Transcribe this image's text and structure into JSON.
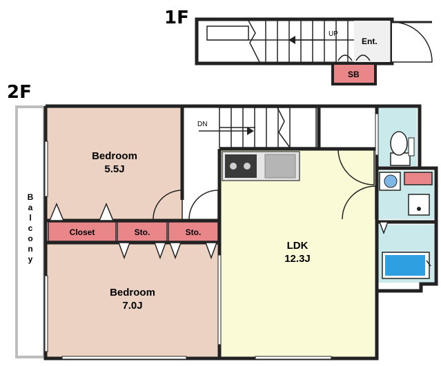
{
  "floors": {
    "first": "1F",
    "second": "2F"
  },
  "first_floor": {
    "up_label": "UP",
    "entrance_label": "Ent.",
    "shoe_box_label": "SB"
  },
  "second_floor": {
    "down_label": "DN",
    "bedroom_a": {
      "name": "Bedroom",
      "size": "5.5J"
    },
    "bedroom_b": {
      "name": "Bedroom",
      "size": "7.0J"
    },
    "ldk": {
      "name": "LDK",
      "size": "12.3J"
    },
    "closet_label": "Closet",
    "storage_label_1": "Sto.",
    "storage_label_2": "Sto.",
    "balcony_letters": [
      "B",
      "a",
      "l",
      "c",
      "o",
      "n",
      "y"
    ]
  },
  "colors": {
    "bedroom": "#ecd2c2",
    "ldk": "#fbfad6",
    "wet_area": "#c9e9ea",
    "storage": "#e8868a",
    "wall": "#222222"
  }
}
